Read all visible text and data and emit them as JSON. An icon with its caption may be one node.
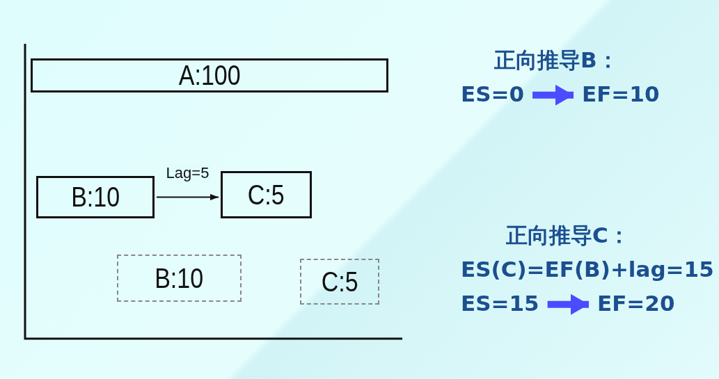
{
  "diagram": {
    "nodes": [
      {
        "text": [
          "A:100"
        ]
      },
      {
        "text": [
          "B:10"
        ]
      },
      {
        "text": [
          "C:5"
        ]
      },
      {
        "text": [
          "B:10"
        ]
      },
      {
        "text": [
          "C:5"
        ]
      },
      {
        "text": [
          "ES=0"
        ]
      },
      {
        "text": [
          "EF=10"
        ]
      },
      {
        "text": [
          "ES=15"
        ]
      },
      {
        "text": [
          "EF=20"
        ]
      }
    ],
    "edges": [
      {
        "from": 1,
        "to": 2,
        "arrow": "to",
        "label": "Lag=5",
        "color": "#111111"
      },
      {
        "from": 5,
        "to": 6,
        "arrow": "to"
      },
      {
        "from": 7,
        "to": 8,
        "arrow": "to"
      }
    ],
    "labels": [
      "正向推导B：",
      "正向推导C：",
      "ES(C)=EF(B)+lag=15"
    ]
  }
}
